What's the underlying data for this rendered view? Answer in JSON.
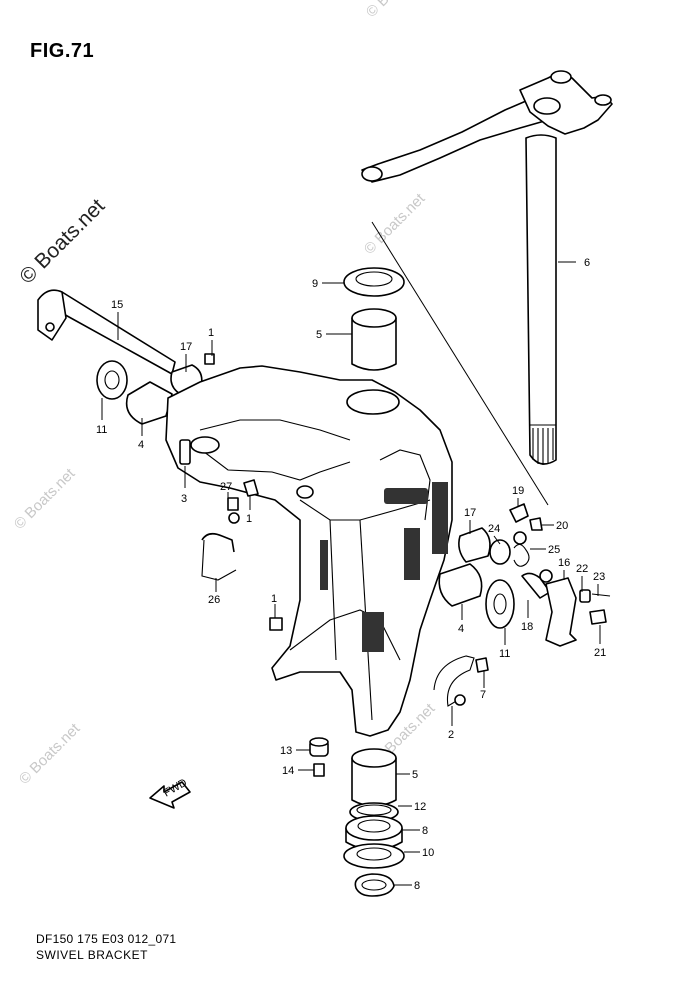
{
  "figure": {
    "title": "FIG.71",
    "drawing_code": "DF150 175 E03 012_071",
    "name": "SWIVEL BRACKET"
  },
  "watermark": {
    "main": "© Boats.net",
    "faint": "© Boats.net"
  },
  "fwd_arrow_label": "FWD",
  "callouts": [
    "1",
    "1",
    "1",
    "2",
    "3",
    "4",
    "4",
    "5",
    "5",
    "6",
    "7",
    "8",
    "8",
    "9",
    "10",
    "11",
    "11",
    "12",
    "13",
    "14",
    "15",
    "16",
    "17",
    "17",
    "18",
    "19",
    "20",
    "21",
    "22",
    "23",
    "24",
    "25",
    "26",
    "27"
  ]
}
